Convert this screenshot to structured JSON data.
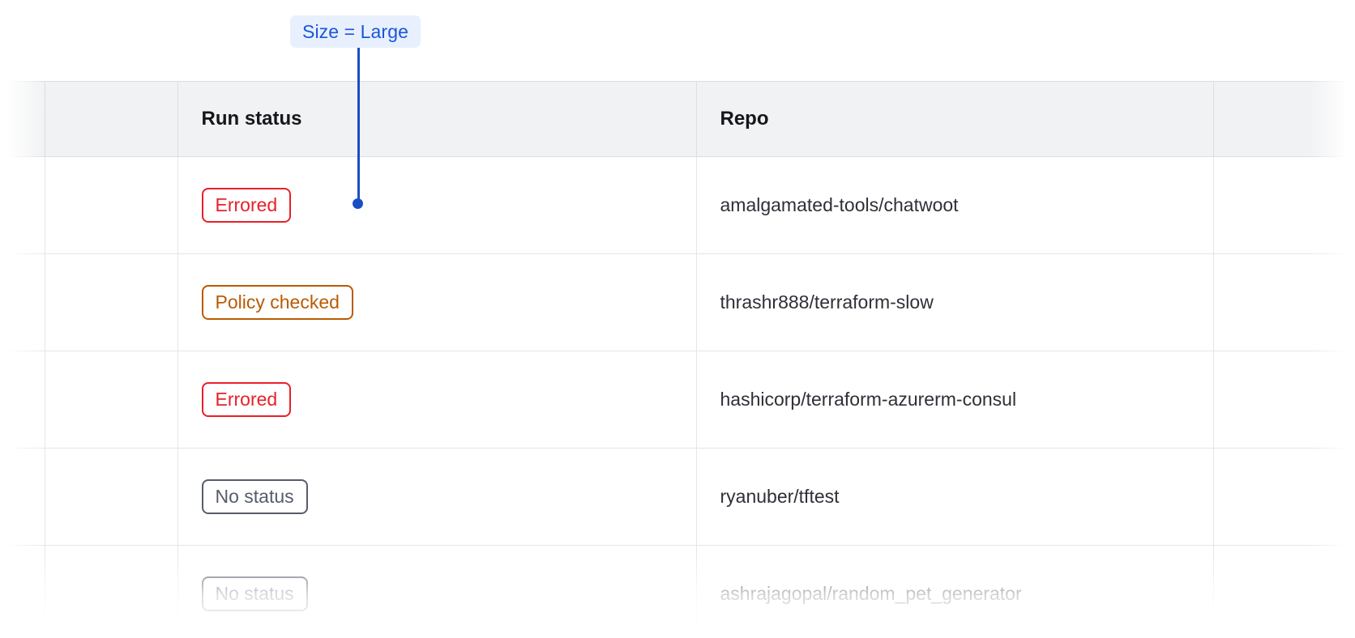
{
  "annotation": {
    "label": "Size = Large",
    "badge_bg": "#e8f0fe",
    "badge_color": "#1a56db",
    "line_color": "#1a4fc4"
  },
  "table": {
    "columns": [
      {
        "key": "spacer_left",
        "label": ""
      },
      {
        "key": "blank",
        "label": ""
      },
      {
        "key": "run_status",
        "label": "Run status"
      },
      {
        "key": "repo",
        "label": "Repo"
      },
      {
        "key": "spacer_right",
        "label": ""
      }
    ],
    "header_bg": "#f1f2f4",
    "header_color": "#16171a",
    "rows": [
      {
        "status": "Errored",
        "status_variant": "errored",
        "status_color": "#e8202a",
        "repo": "amalgamated-tools/chatwoot"
      },
      {
        "status": "Policy checked",
        "status_variant": "policy-checked",
        "status_color": "#bb5a00",
        "repo": "thrashr888/terraform-slow"
      },
      {
        "status": "Errored",
        "status_variant": "errored",
        "status_color": "#e8202a",
        "repo": "hashicorp/terraform-azurerm-consul"
      },
      {
        "status": "No status",
        "status_variant": "no-status",
        "status_color": "#565c6b",
        "repo": "ryanuber/tftest"
      },
      {
        "status": "No status",
        "status_variant": "no-status",
        "status_color": "#565c6b",
        "repo": "ashrajagopal/random_pet_generator"
      }
    ]
  }
}
